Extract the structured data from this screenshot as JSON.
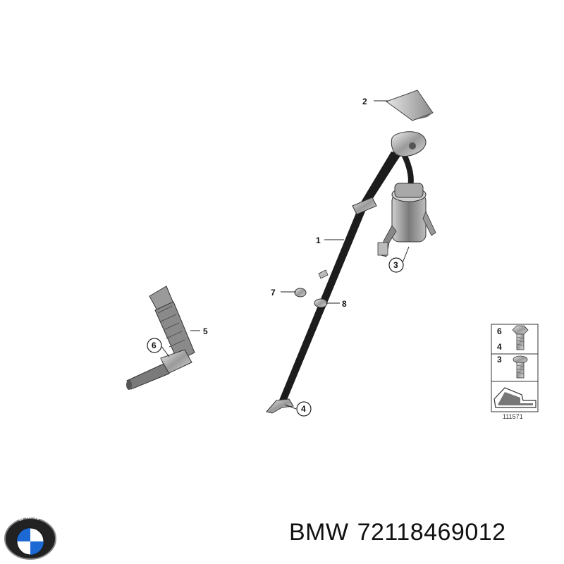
{
  "callouts": {
    "c1": "1",
    "c2": "2",
    "c3": "3",
    "c4": "4",
    "c5": "5",
    "c6": "6",
    "c7": "7",
    "c8": "8"
  },
  "legend": {
    "row1_a": "6",
    "row1_b": "4",
    "row2": "3",
    "reference_number": "111571"
  },
  "logo": {
    "text": "BMW",
    "colors": {
      "blue": "#1c69d4",
      "white": "#ffffff",
      "black": "#111111"
    }
  },
  "caption": {
    "brand": "BMW",
    "part_number": "72118469012"
  }
}
